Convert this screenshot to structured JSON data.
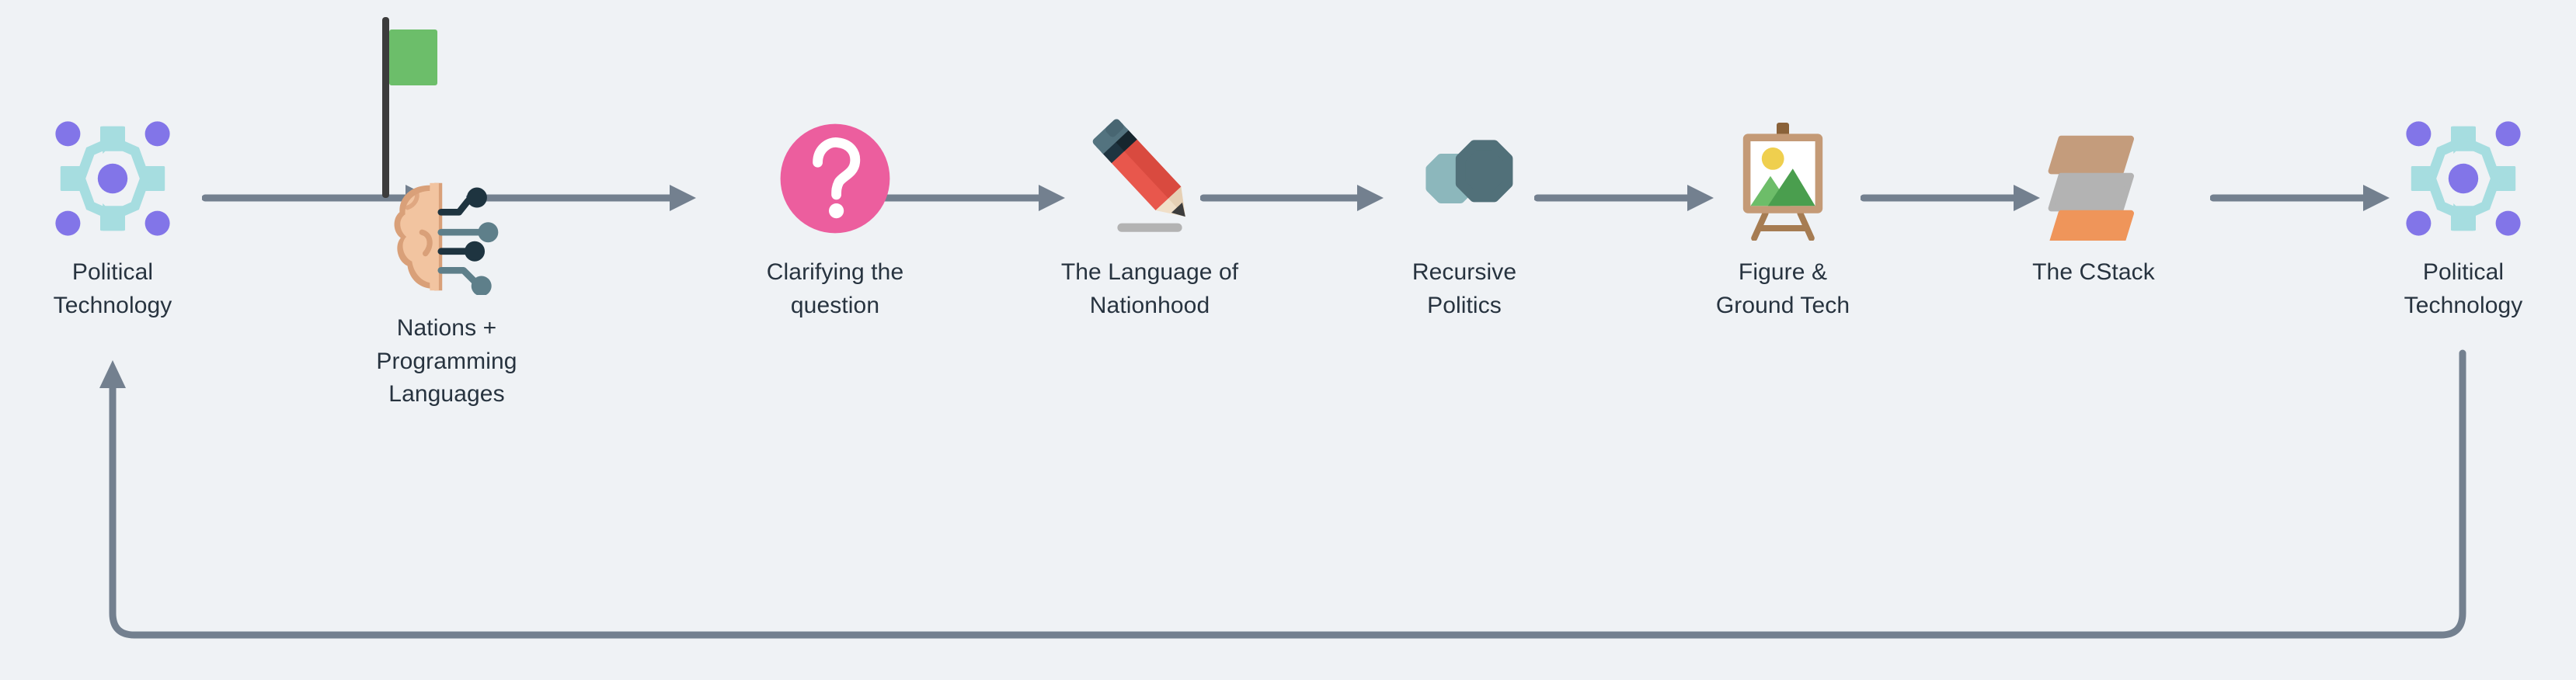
{
  "diagram": {
    "title": "Political Technology cycle flow",
    "background_color": "#eff2f5",
    "text_color": "#27333f",
    "connector_color": "#73808f",
    "nodes": [
      {
        "id": "political-technology-start",
        "label": "Political\nTechnology",
        "icon": "network-hub-icon",
        "icon_colors": [
          "#a6dde0",
          "#8275e8"
        ]
      },
      {
        "id": "nations-programming-languages",
        "label": "Nations +\nProgramming\nLanguages",
        "icon": "brain-circuit-icon",
        "secondary_icon": "green-flag-icon",
        "icon_colors": [
          "#f2c4a0",
          "#d9a079",
          "#1e3440",
          "#5e7f8a",
          "#6cbe6a",
          "#3c3c3c"
        ]
      },
      {
        "id": "clarifying-the-question",
        "label": "Clarifying the\nquestion",
        "icon": "question-mark-circle-icon",
        "icon_colors": [
          "#ec5e9e",
          "#ffffff"
        ]
      },
      {
        "id": "language-of-nationhood",
        "label": "The Language of\nNationhood",
        "icon": "pencil-icon",
        "icon_colors": [
          "#e8574c",
          "#d94a3f",
          "#53737f",
          "#f0dfc8",
          "#3c3c3c",
          "#b3b3b3"
        ]
      },
      {
        "id": "recursive-politics",
        "label": "Recursive\nPolitics",
        "icon": "overlapping-octagons-icon",
        "icon_colors": [
          "#8cb7bc",
          "#517079"
        ]
      },
      {
        "id": "figure-and-ground-tech",
        "label": "Figure &\nGround Tech",
        "icon": "easel-painting-icon",
        "icon_colors": [
          "#c49a76",
          "#ffffff",
          "#efcf4e",
          "#4a9e4e",
          "#6dbd69",
          "#8a6239"
        ]
      },
      {
        "id": "the-cstack",
        "label": "The CStack",
        "icon": "stacked-layers-icon",
        "icon_colors": [
          "#c49c7c",
          "#b3b3b3",
          "#ef955a"
        ]
      },
      {
        "id": "political-technology-end",
        "label": "Political\nTechnology",
        "icon": "network-hub-icon",
        "icon_colors": [
          "#a6dde0",
          "#8275e8"
        ]
      }
    ],
    "connectors": [
      {
        "id": "conn-1",
        "from": "political-technology-start",
        "to": "nations-programming-languages",
        "kind": "arrow-right"
      },
      {
        "id": "conn-2",
        "from": "nations-programming-languages",
        "to": "clarifying-the-question",
        "kind": "arrow-right"
      },
      {
        "id": "conn-3",
        "from": "clarifying-the-question",
        "to": "language-of-nationhood",
        "kind": "arrow-right"
      },
      {
        "id": "conn-4",
        "from": "language-of-nationhood",
        "to": "recursive-politics",
        "kind": "arrow-right"
      },
      {
        "id": "conn-5",
        "from": "recursive-politics",
        "to": "figure-and-ground-tech",
        "kind": "arrow-right"
      },
      {
        "id": "conn-6",
        "from": "figure-and-ground-tech",
        "to": "the-cstack",
        "kind": "arrow-right"
      },
      {
        "id": "conn-7",
        "from": "the-cstack",
        "to": "political-technology-end",
        "kind": "arrow-right"
      },
      {
        "id": "conn-loopback",
        "from": "political-technology-end",
        "to": "political-technology-start",
        "kind": "loop-back-arrow-up"
      }
    ]
  }
}
